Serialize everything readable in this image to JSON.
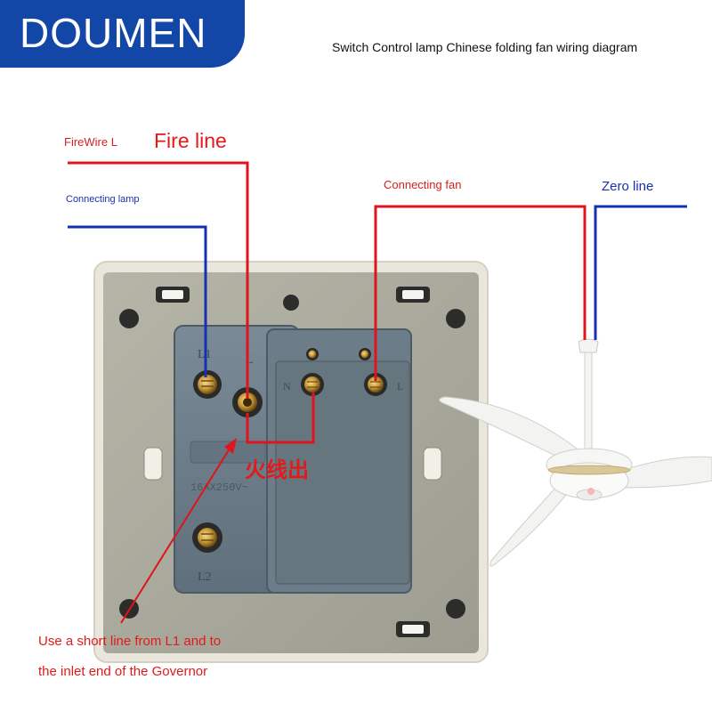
{
  "brand": {
    "name": "DOUMEN"
  },
  "title": "Switch Control lamp Chinese folding fan wiring diagram",
  "labels": {
    "firewire": "FireWire L",
    "fire_line": "Fire line",
    "connecting_lamp": "Connecting lamp",
    "connecting_fan": "Connecting fan",
    "zero_line": "Zero line",
    "fire_out": "火线出",
    "short_line_1": "Use a short line from L1 and to",
    "short_line_2": "the inlet end of the Governor"
  },
  "switch_marks": {
    "l1": "L1",
    "l": "L",
    "n": "N",
    "l_right": "L",
    "rating": "16AX250V~",
    "l2": "L2"
  },
  "colors": {
    "fire_wire": "#e0141c",
    "neutral_wire": "#1530b5",
    "brand_bg": "#1347a7",
    "plate": "#a9a99c",
    "module": "#6e7f8c"
  }
}
